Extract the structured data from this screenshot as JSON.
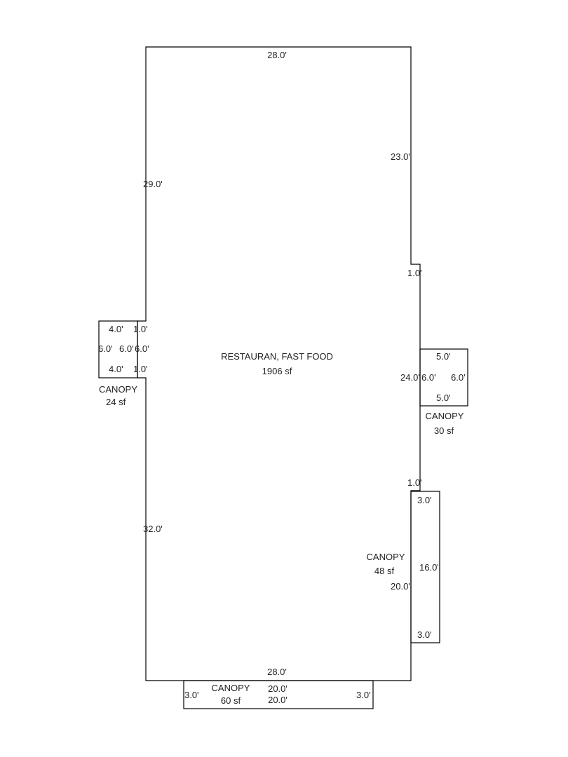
{
  "main_area": {
    "name": "RESTAURAN, FAST FOOD",
    "area": "1906 sf",
    "dimensions": {
      "top": "28.0'",
      "right_upper": "23.0'",
      "right_jog_upper": "1.0'",
      "right_middle": "24.0'",
      "right_jog_lower": "1.0'",
      "right_lower": "20.0'",
      "bottom": "28.0'",
      "left_upper": "29.0'",
      "left_lower": "32.0'"
    }
  },
  "canopies": {
    "left": {
      "name": "CANOPY",
      "area": "24 sf",
      "dims": {
        "top": "4.0'",
        "bottom": "4.0'",
        "left": "6.0'",
        "right": "6.0'",
        "jog_top": "1.0'",
        "jog_side": "6.0'",
        "jog_bottom": "1.0'"
      }
    },
    "right_upper": {
      "name": "CANOPY",
      "area": "30 sf",
      "dims": {
        "top": "5.0'",
        "bottom": "5.0'",
        "left": "6.0'",
        "right": "6.0'"
      }
    },
    "right_lower": {
      "name": "CANOPY",
      "area": "48 sf",
      "dims": {
        "top": "3.0'",
        "side": "16.0'",
        "bottom": "3.0'"
      }
    },
    "bottom": {
      "name": "CANOPY",
      "area": "60 sf",
      "dims": {
        "left": "3.0'",
        "top": "20.0'",
        "bottom": "20.0'",
        "right": "3.0'"
      }
    }
  }
}
